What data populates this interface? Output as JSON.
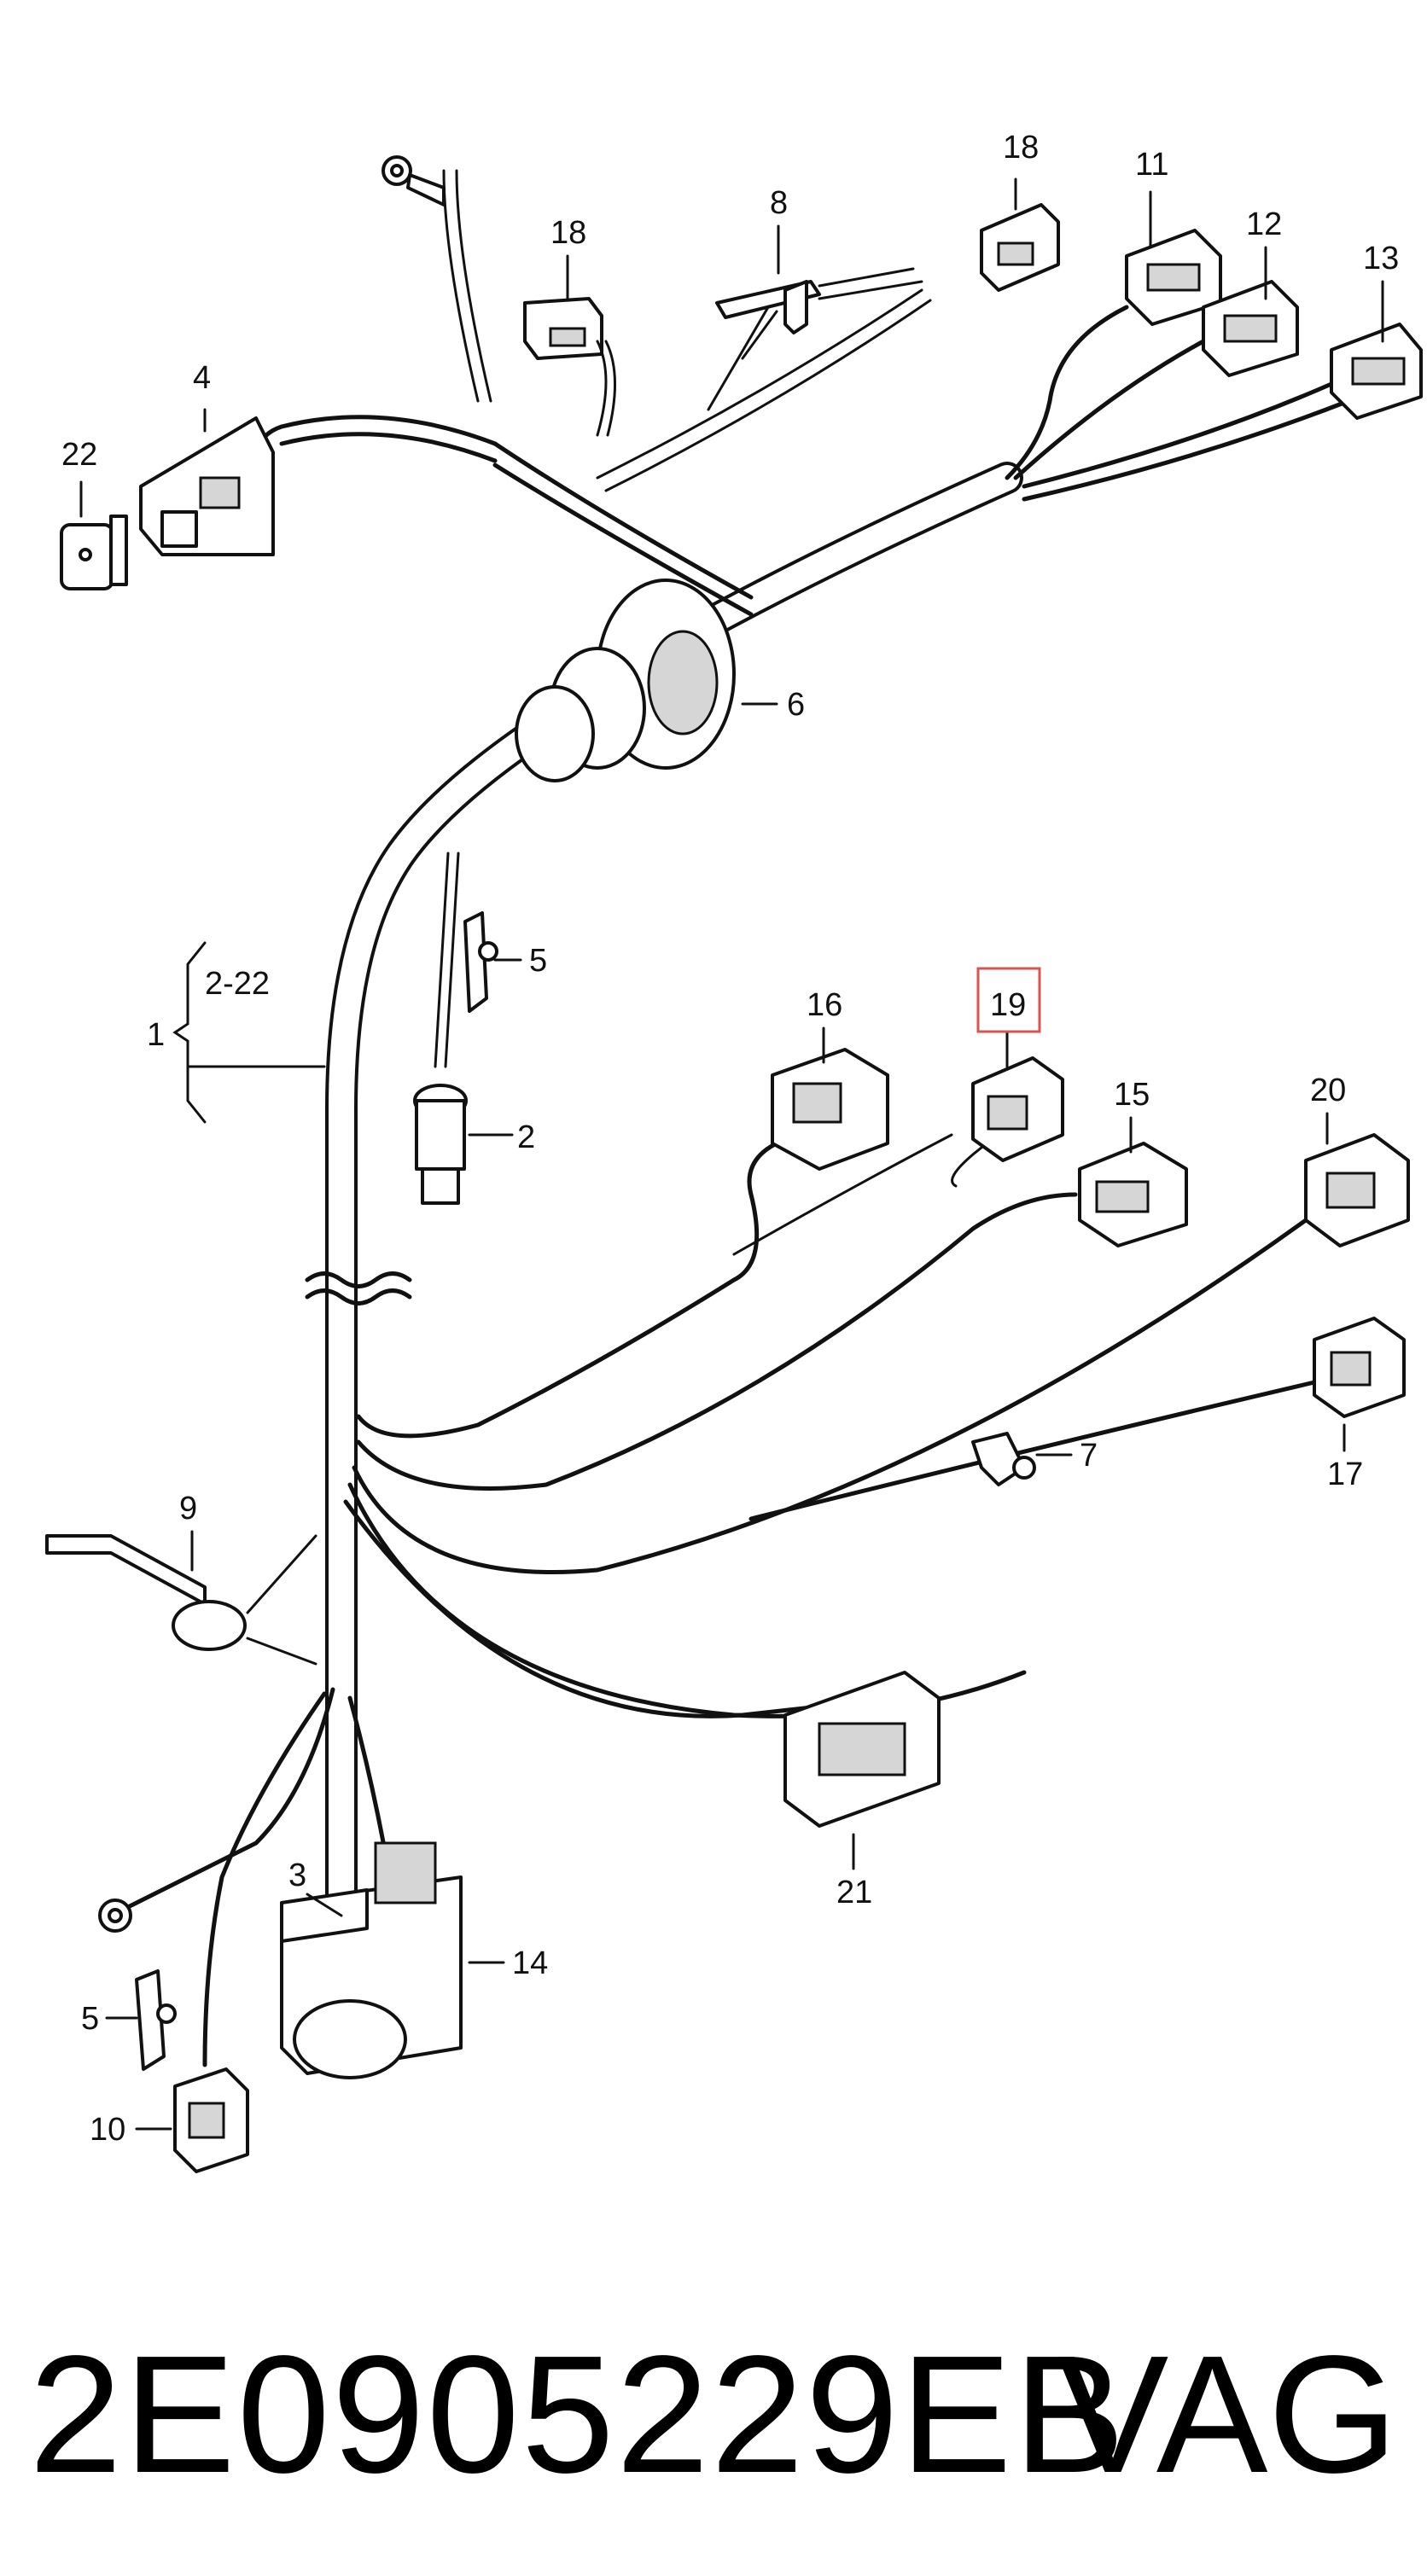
{
  "callouts": {
    "c1": "1",
    "c2": "2",
    "c3": "3",
    "c4": "4",
    "c5a": "5",
    "c5b": "5",
    "c6": "6",
    "c7": "7",
    "c8": "8",
    "c9": "9",
    "c10": "10",
    "c11": "11",
    "c12": "12",
    "c13": "13",
    "c14": "14",
    "c15": "15",
    "c16": "16",
    "c17": "17",
    "c18a": "18",
    "c18b": "18",
    "c19": "19",
    "c20": "20",
    "c21": "21",
    "c22": "22",
    "range": "2-22"
  },
  "highlighted_callout": "19",
  "footer": {
    "part_number": "2E0905229EB",
    "brand": "VAG"
  },
  "colors": {
    "line": "#111111",
    "highlight": "#d9534f"
  }
}
